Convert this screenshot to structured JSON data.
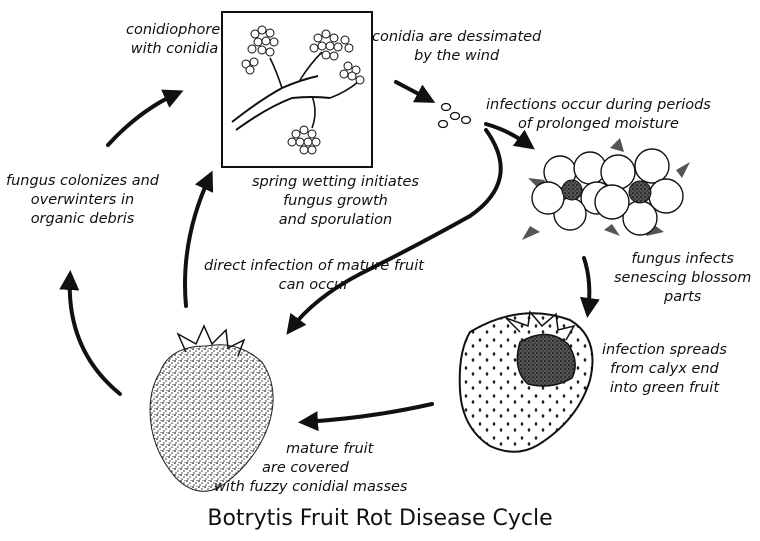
{
  "title": "Botrytis Fruit Rot Disease Cycle",
  "labels": {
    "conidiophore": [
      "conidiophore",
      "with conidia"
    ],
    "dessimated": [
      "conidia are dessimated",
      "by the wind"
    ],
    "infections_moisture": [
      "infections occur during periods",
      "of prolonged moisture"
    ],
    "spring_wetting": [
      "spring wetting initiates",
      "fungus growth",
      "and sporulation"
    ],
    "fungus_colonizes": [
      "fungus colonizes and",
      "overwinters in",
      "organic debris"
    ],
    "direct_infection": [
      "direct infection of mature fruit",
      "can occur"
    ],
    "fungus_infects": [
      "fungus infects",
      "senescing blossom",
      "parts"
    ],
    "infection_spreads": [
      "infection spreads",
      "from calyx end",
      "into green fruit"
    ],
    "mature_fruit": [
      "mature fruit",
      "are covered",
      "with fuzzy conidial masses"
    ]
  }
}
